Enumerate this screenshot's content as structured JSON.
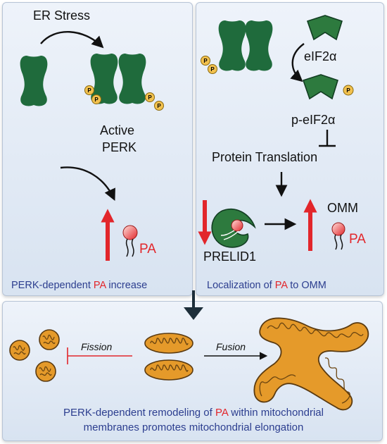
{
  "panel1": {
    "er_stress": "ER Stress",
    "active_perk_line1": "Active",
    "active_perk_line2": "PERK",
    "pa_label": "PA",
    "phospho": "P",
    "caption_part1": "PERK-dependent ",
    "caption_pa": "PA",
    "caption_part2": " increase"
  },
  "panel2": {
    "eif2a": "eIF2α",
    "p_eif2a": "p-eIF2α",
    "protein_translation": "Protein Translation",
    "prelid1": "PRELID1",
    "omm": "OMM",
    "pa_label": "PA",
    "phospho": "P",
    "caption_part1": "Localization of ",
    "caption_pa": "PA",
    "caption_part2": " to OMM"
  },
  "panel3": {
    "fission": "Fission",
    "fusion": "Fusion",
    "caption_line1_part1": "PERK-dependent remodeling of ",
    "caption_pa": "PA",
    "caption_line1_part2": " within mitochondrial",
    "caption_line2": "membranes promotes mitochondrial elongation"
  },
  "colors": {
    "perk_green": "#1f6b3c",
    "phospho_yellow": "#f2c14e",
    "pa_red": "#e2262b",
    "caption_blue": "#2c3e8f",
    "mito_orange": "#e59a2a"
  }
}
